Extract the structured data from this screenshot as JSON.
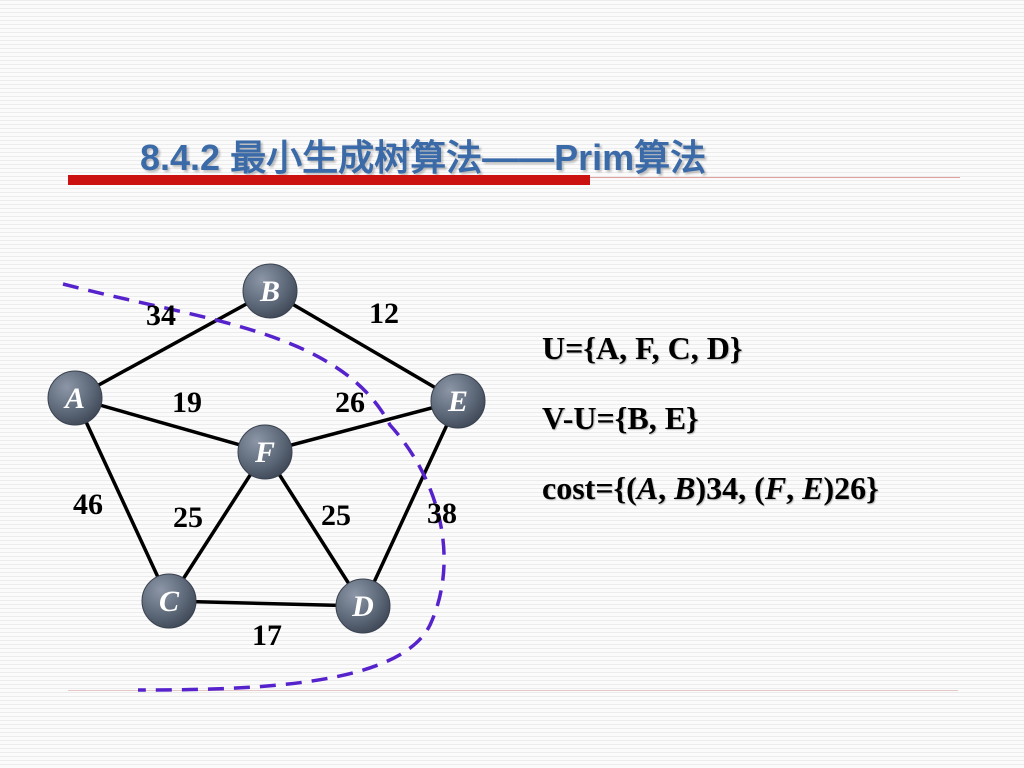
{
  "title": "8.4.2  最小生成树算法——Prim算法",
  "colors": {
    "title": "#3a6aa8",
    "title_bar": "#cc1111",
    "cut_line": "#5522cc",
    "node": "#5e6a7a"
  },
  "graph": {
    "nodes": [
      "A",
      "B",
      "C",
      "D",
      "E",
      "F"
    ],
    "edges": [
      {
        "from": "A",
        "to": "B",
        "weight": "34"
      },
      {
        "from": "B",
        "to": "E",
        "weight": "12"
      },
      {
        "from": "A",
        "to": "F",
        "weight": "19"
      },
      {
        "from": "F",
        "to": "E",
        "weight": "26"
      },
      {
        "from": "A",
        "to": "C",
        "weight": "46"
      },
      {
        "from": "C",
        "to": "F",
        "weight": "25"
      },
      {
        "from": "F",
        "to": "D",
        "weight": "25"
      },
      {
        "from": "E",
        "to": "D",
        "weight": "38"
      },
      {
        "from": "C",
        "to": "D",
        "weight": "17"
      }
    ],
    "cut": "dashed curve separating {A, F, C, D} from {B, E}"
  },
  "sets": {
    "U": "U={A, F, C, D}",
    "VU": "V-U={B, E}",
    "cost": {
      "prefix": "cost={(",
      "a": "A",
      "sep1": ", ",
      "b": "B",
      "w1": ")34, (",
      "f": "F",
      "sep2": ", ",
      "e": "E",
      "w2": ")26}"
    }
  }
}
